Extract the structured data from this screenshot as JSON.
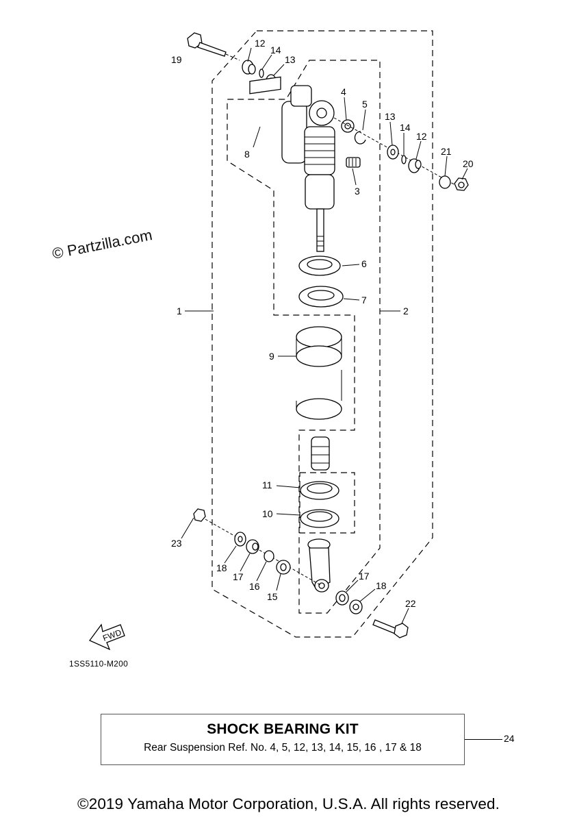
{
  "watermark": "© Partzilla.com",
  "diagram_code": "1SS5110-M200",
  "fwd_label": "FWD",
  "callouts": {
    "c1": "1",
    "c2": "2",
    "c3": "3",
    "c4": "4",
    "c5": "5",
    "c6": "6",
    "c7": "7",
    "c8": "8",
    "c9": "9",
    "c10": "10",
    "c11": "11",
    "c12a": "12",
    "c12b": "12",
    "c13a": "13",
    "c13b": "13",
    "c14a": "14",
    "c14b": "14",
    "c15": "15",
    "c16": "16",
    "c17a": "17",
    "c17b": "17",
    "c18a": "18",
    "c18b": "18",
    "c19": "19",
    "c20": "20",
    "c21": "21",
    "c22": "22",
    "c23": "23",
    "c24": "24"
  },
  "kit": {
    "title": "SHOCK BEARING KIT",
    "description": "Rear Suspension Ref. No. 4, 5, 12, 13, 14, 15, 16 , 17 & 18"
  },
  "copyright": "©2019 Yamaha Motor Corporation, U.S.A. All rights reserved."
}
